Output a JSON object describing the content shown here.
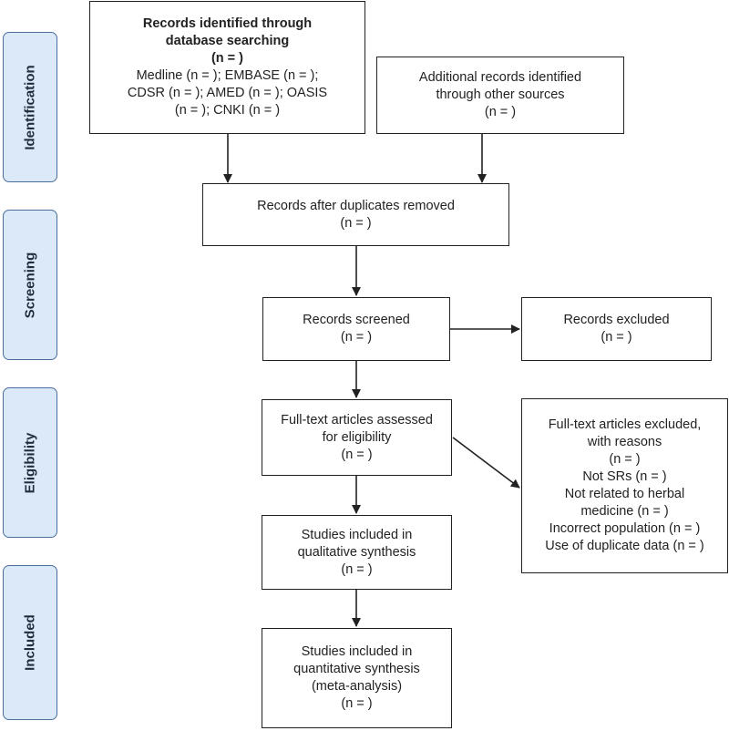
{
  "phases": {
    "identification": "Identification",
    "screening": "Screening",
    "eligibility": "Eligibility",
    "included": "Included"
  },
  "boxes": {
    "database": {
      "title_line1": "Records identified through",
      "title_line2": "database searching",
      "count": "(n =   )",
      "line1": "Medline (n =   ); EMBASE (n =   );",
      "line2": "CDSR (n =   ); AMED (n =   ); OASIS",
      "line3": "(n =   ); CNKI (n =   )"
    },
    "other_sources": {
      "line1": "Additional records identified",
      "line2": "through other sources",
      "count": "(n =   )"
    },
    "duplicates_removed": {
      "line1": "Records after duplicates removed",
      "count": "(n =   )"
    },
    "screened": {
      "line1": "Records screened",
      "count": "(n =   )"
    },
    "excluded": {
      "line1": "Records excluded",
      "count": "(n =   )"
    },
    "fulltext_assessed": {
      "line1": "Full-text articles assessed",
      "line2": "for eligibility",
      "count": "(n =   )"
    },
    "fulltext_excluded": {
      "line1": "Full-text articles excluded,",
      "line2": "with reasons",
      "count": "(n =   )",
      "reason1": "Not SRs (n =   )",
      "reason2": "Not related to herbal",
      "reason3": "medicine (n =   )",
      "reason4": "Incorrect population (n =   )",
      "reason5": "Use of duplicate data (n =   )"
    },
    "qualitative": {
      "line1": "Studies included in",
      "line2": "qualitative synthesis",
      "count": "(n =   )"
    },
    "quantitative": {
      "line1": "Studies included in",
      "line2": "quantitative synthesis",
      "line3": "(meta-analysis)",
      "count": "(n =   )"
    }
  }
}
